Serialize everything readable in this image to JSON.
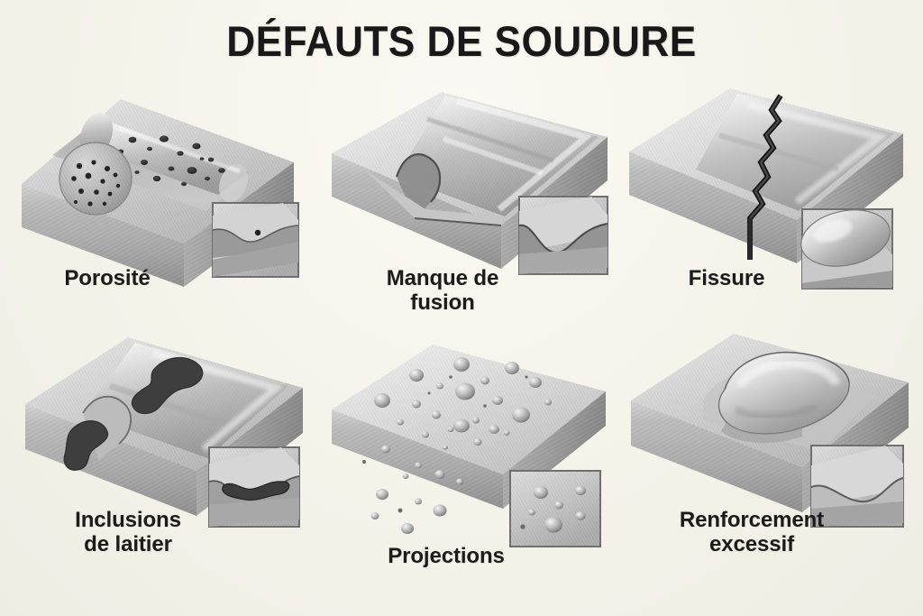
{
  "poster": {
    "title": "DÉFAUTS DE SOUDURE",
    "background_color": "#f5f4ed",
    "title_color": "#191919",
    "caption_color": "#1c1c1c",
    "language": "fr",
    "layout": "2 rows × 3 columns"
  },
  "panels": [
    {
      "id": "porosite",
      "label": "Porosité",
      "label_lines": [
        "Porosité"
      ],
      "defect_type": "porosity",
      "description_visual": "isometric steel block with weld bead pitted by round gas pores, circular cross-section at near end showing internal pores",
      "inset": {
        "present": true,
        "detail": "cross-section of weld toe with a single small pore"
      },
      "row": 1,
      "column": 1
    },
    {
      "id": "manque-de-fusion",
      "label": "Manque de fusion",
      "label_lines": [
        "Manque de",
        "fusion"
      ],
      "defect_type": "lack-of-fusion",
      "description_visual": "isometric steel block with weld bead not fused to the groove sidewall, leaving an unbonded line",
      "inset": {
        "present": true,
        "detail": "cross-section showing deep unfused notch at weld root"
      },
      "row": 1,
      "column": 2
    },
    {
      "id": "fissure",
      "label": "Fissure",
      "label_lines": [
        "Fissure"
      ],
      "defect_type": "crack",
      "description_visual": "isometric steel block split by a dark jagged transverse crack through the weld",
      "inset": {
        "present": true,
        "detail": "cross-section showing convex weld bead profile"
      },
      "row": 1,
      "column": 3
    },
    {
      "id": "inclusions-de-laitier",
      "label": "Inclusions de laitier",
      "label_lines": [
        "Inclusions",
        "de laitier"
      ],
      "defect_type": "slag-inclusion",
      "description_visual": "isometric steel block with dark irregular slag blobs trapped along the weld bead",
      "inset": {
        "present": true,
        "detail": "cross-section showing dark slag pocket under the weld surface"
      },
      "row": 2,
      "column": 1
    },
    {
      "id": "projections",
      "label": "Projections",
      "label_lines": [
        "Projections"
      ],
      "defect_type": "spatter",
      "description_visual": "flat isometric steel plate covered in scattered spherical spatter droplets, some fallen beside the plate",
      "inset": {
        "present": true,
        "detail": "close-up of spherical spatter beads on plate surface"
      },
      "row": 2,
      "column": 2
    },
    {
      "id": "renforcement-excessif",
      "label": "Renforcement excessif",
      "label_lines": [
        "Renforcement",
        "excessif"
      ],
      "defect_type": "excessive-reinforcement",
      "description_visual": "isometric steel block with an oversized rounded weld bead standing proud of the surface",
      "inset": {
        "present": true,
        "detail": "cross-section showing tall crowned weld reinforcement"
      },
      "row": 2,
      "column": 3
    }
  ]
}
